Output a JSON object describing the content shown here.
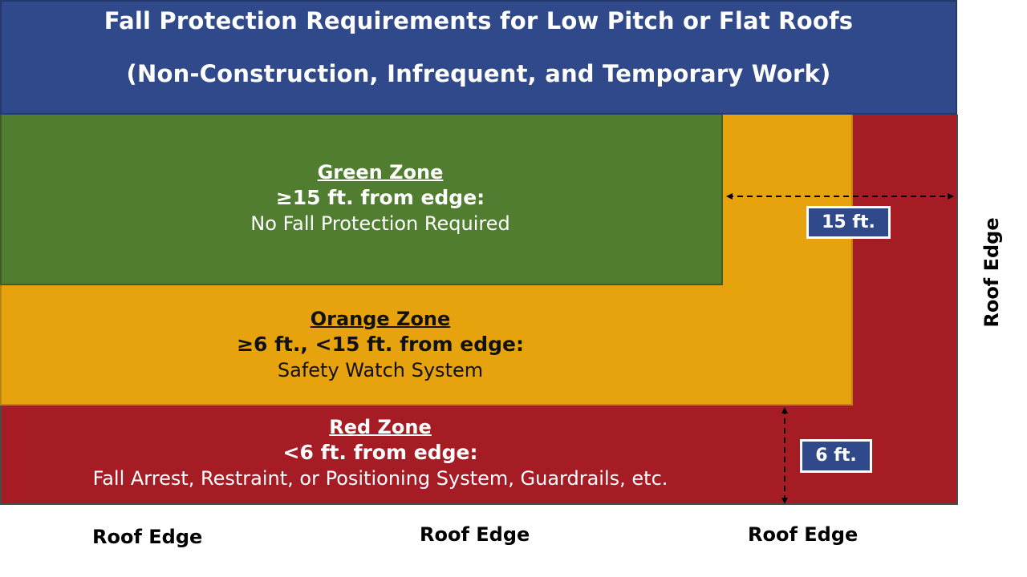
{
  "header": {
    "title": "Fall Protection Requirements for Low Pitch or Flat Roofs",
    "subtitle": "(Non-Construction, Infrequent, and Temporary Work)"
  },
  "zones": {
    "green": {
      "name": "Green Zone",
      "range": "≥15 ft. from edge:",
      "requirement": "No Fall Protection Required",
      "color": "#517d31"
    },
    "orange": {
      "name": "Orange Zone",
      "range": "≥6 ft., <15 ft. from edge:",
      "requirement": "Safety Watch System",
      "color": "#e7a30e"
    },
    "red": {
      "name": "Red Zone",
      "range": "<6 ft. from edge:",
      "requirement": "Fall Arrest, Restraint, or Positioning System, Guardrails, etc.",
      "color": "#a51c24"
    }
  },
  "dimensions": {
    "horizontal": "15 ft.",
    "vertical": "6 ft."
  },
  "edge_labels": {
    "bottom_left": "Roof Edge",
    "bottom_middle": "Roof Edge",
    "bottom_right": "Roof Edge",
    "right": "Roof Edge"
  },
  "colors": {
    "header_bg": "#30498a",
    "dimension_box_bg": "#30498a"
  }
}
